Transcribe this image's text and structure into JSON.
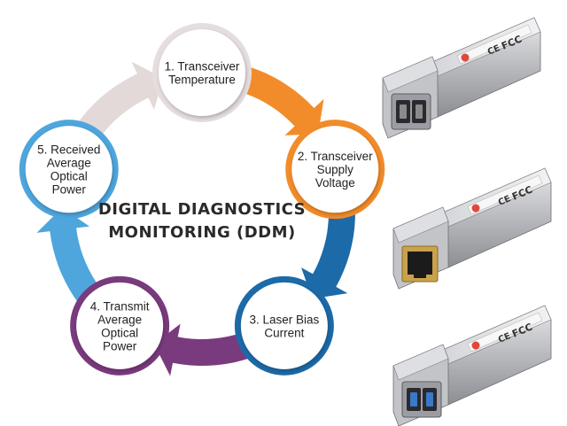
{
  "title": {
    "line1": "DIGITAL DIAGNOSTICS",
    "line2": "MONITORING (DDM)"
  },
  "steps": [
    {
      "lines": [
        "1. Transceiver",
        "Temperature"
      ],
      "color": "#e4dcdc"
    },
    {
      "lines": [
        "2. Transceiver",
        "Supply",
        "Voltage"
      ],
      "color": "#f28c2a"
    },
    {
      "lines": [
        "3. Laser Bias",
        "Current"
      ],
      "color": "#1c6aa8"
    },
    {
      "lines": [
        "4. Transmit",
        "Average",
        "Optical",
        "Power"
      ],
      "color": "#7a3a7e"
    },
    {
      "lines": [
        "5. Received",
        "Average",
        "Optical",
        "Power"
      ],
      "color": "#4ea6dd"
    }
  ],
  "modules": [
    {
      "port": "duplex-lc",
      "port_color": "#8a8a8a",
      "marks": [
        "CE",
        "FCC"
      ]
    },
    {
      "port": "rj45",
      "port_color": "#c9a24a",
      "marks": [
        "CE",
        "FCC"
      ]
    },
    {
      "port": "duplex-lc",
      "port_color": "#3a78c9",
      "marks": [
        "CE",
        "FCC"
      ]
    }
  ],
  "colors": {
    "circle_fill": "#ffffff",
    "module_body": "#c8c8cc",
    "logo_red": "#e0483c"
  }
}
